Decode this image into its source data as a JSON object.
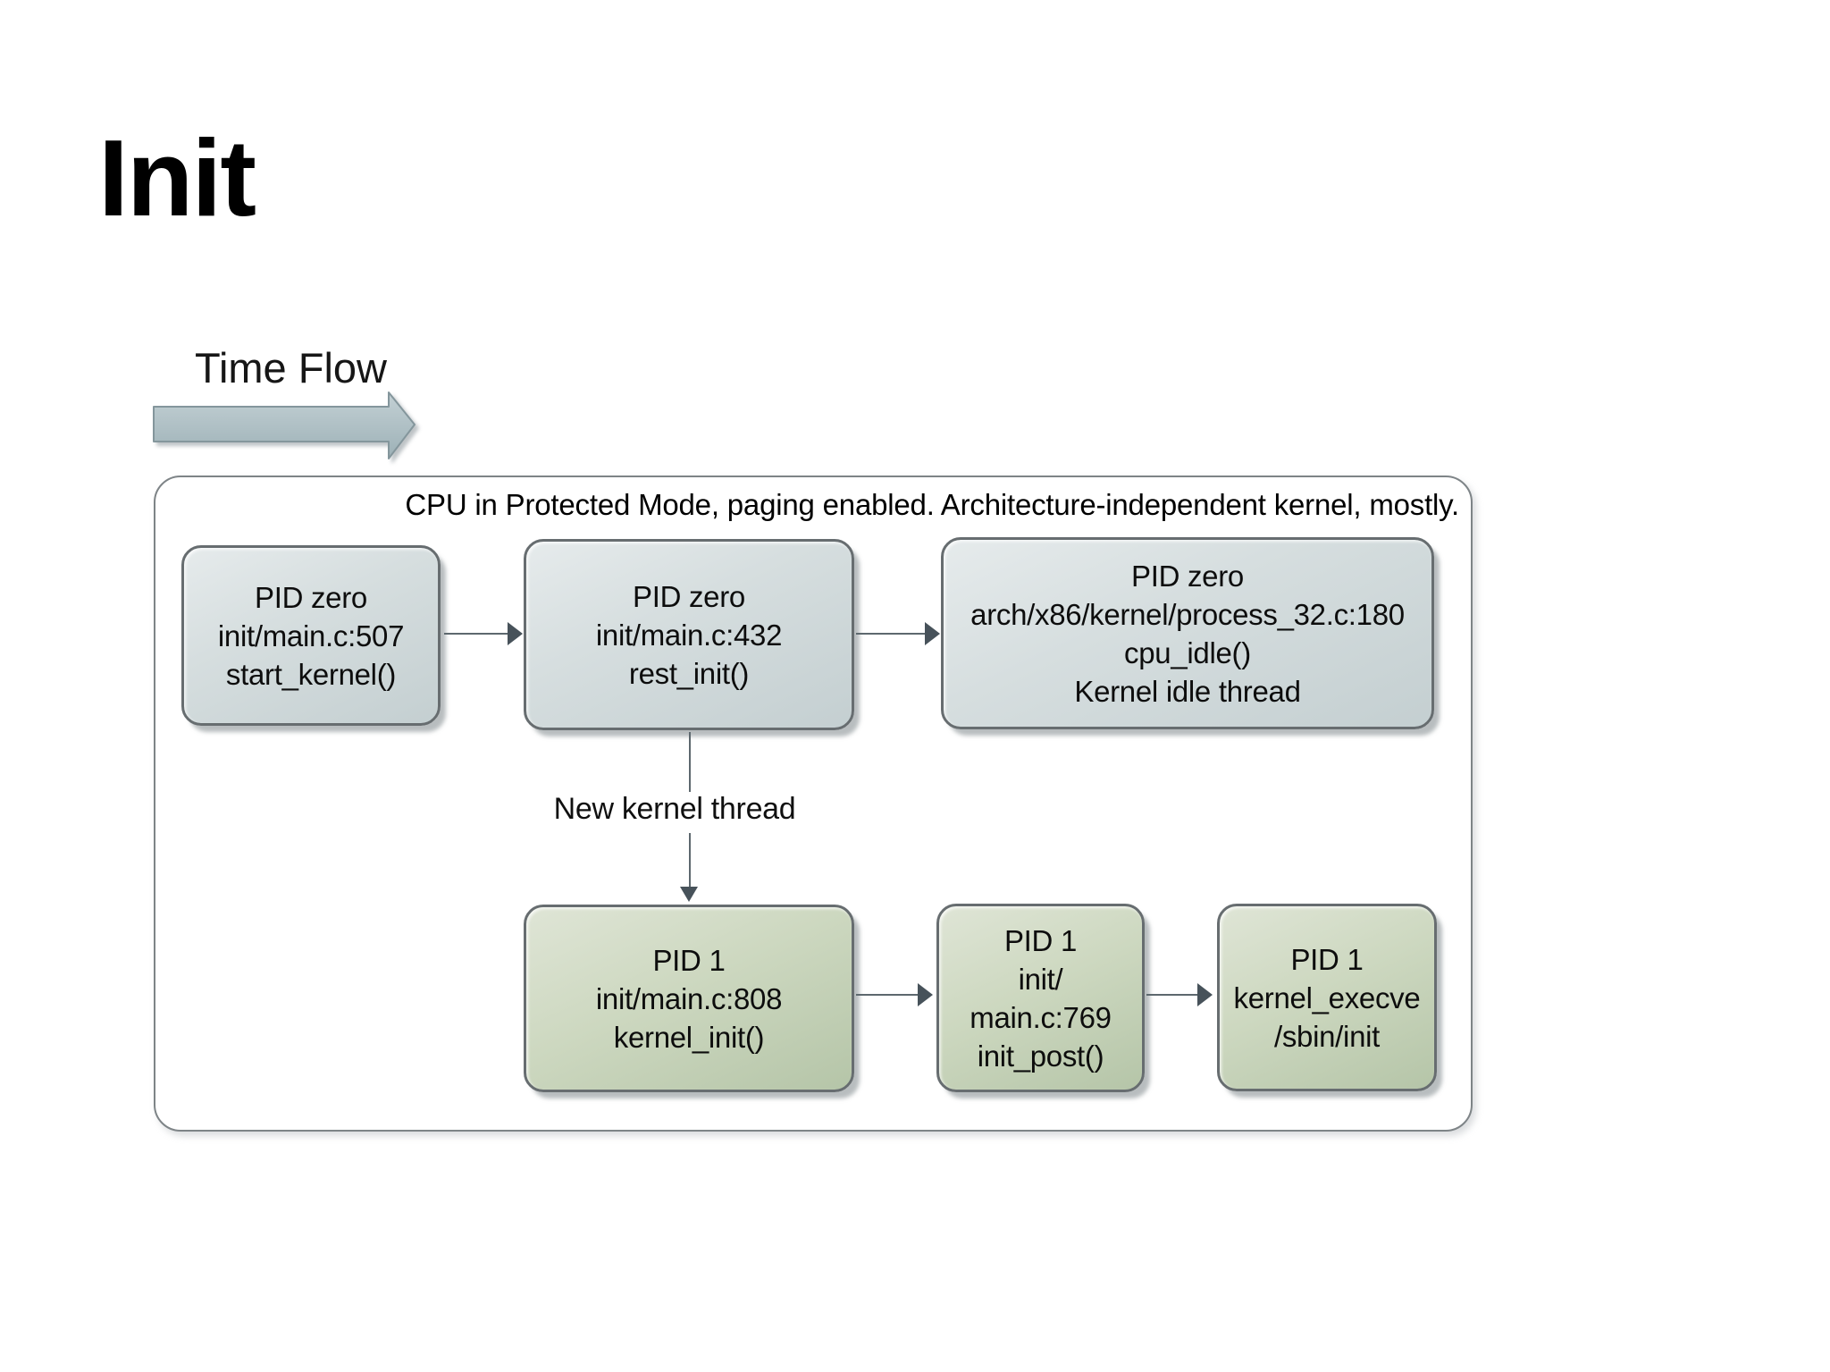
{
  "slide": {
    "title": "Init"
  },
  "time_flow": {
    "label": "Time Flow"
  },
  "diagram": {
    "caption": "CPU in Protected Mode, paging enabled. Architecture-independent kernel, mostly.",
    "boxes": [
      {
        "name": "start-kernel",
        "variant": "gray",
        "lines": [
          "PID zero",
          "init/main.c:507",
          "start_kernel()"
        ]
      },
      {
        "name": "rest-init",
        "variant": "gray",
        "lines": [
          "PID zero",
          "init/main.c:432",
          "rest_init()"
        ]
      },
      {
        "name": "cpu-idle",
        "variant": "gray",
        "lines": [
          "PID zero",
          "arch/x86/kernel/process_32.c:180",
          "cpu_idle()",
          "Kernel idle thread"
        ]
      },
      {
        "name": "kernel-init",
        "variant": "green",
        "lines": [
          "PID 1",
          "init/main.c:808",
          "kernel_init()"
        ]
      },
      {
        "name": "init-post",
        "variant": "green",
        "lines": [
          "PID 1",
          "init/",
          "main.c:769",
          "init_post()"
        ]
      },
      {
        "name": "sbin-init",
        "variant": "green",
        "lines": [
          "PID 1",
          "kernel_execve",
          "/sbin/init"
        ]
      }
    ],
    "connector_labels": {
      "new_kernel_thread": "New kernel thread"
    }
  },
  "colors": {
    "box_gray_top": "#e6ebec",
    "box_gray_bottom": "#c4cfd1",
    "box_green_top": "#dfe5d6",
    "box_green_bottom": "#b5c5a8",
    "box_border": "#676d70",
    "connector_line": "#5d686e",
    "arrowhead": "#47525a",
    "container_border": "#7e8487",
    "time_arrow_fill_top": "#c3d0d4",
    "time_arrow_fill_bottom": "#9cb0b6",
    "time_arrow_stroke": "#84969c"
  }
}
